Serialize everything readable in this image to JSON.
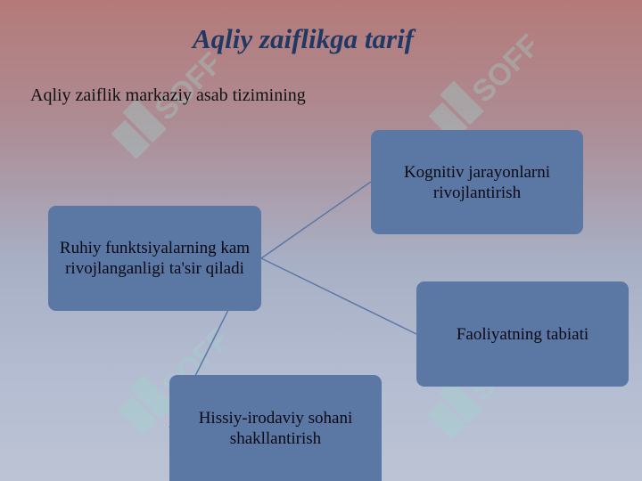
{
  "title": "Aqliy zaiflikga tarif",
  "subtitle": "Aqliy zaiflik markaziy asab tizimining",
  "diagram": {
    "center": "Ruhiy funktsiyalarning kam rivojlanganligi ta'sir qiladi",
    "top": "Kognitiv jarayonlarni rivojlantirish",
    "right": "Faoliyatning tabiati",
    "bottom": "Hissiy-irodaviy sohani shakllantirish"
  },
  "watermark": {
    "text": "SOFF",
    "color": "#8fd4cc"
  },
  "colors": {
    "title": "#1f3864",
    "box": "#5b77a4",
    "connector": "#5b77a4"
  }
}
